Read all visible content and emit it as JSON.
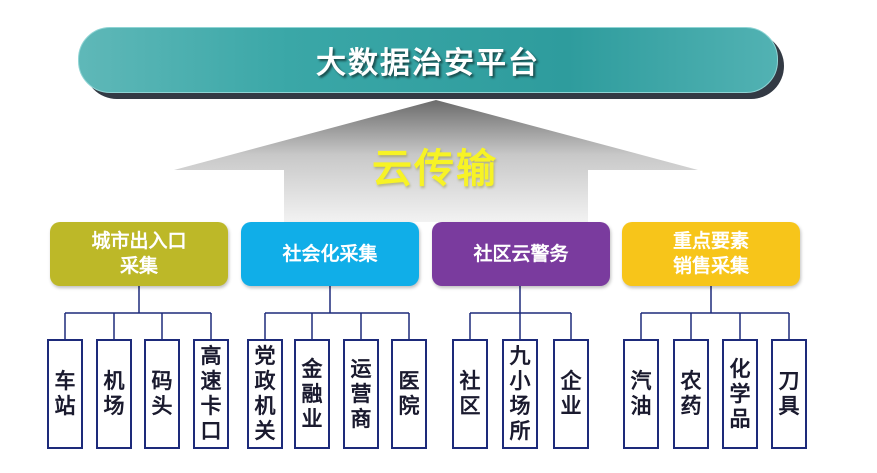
{
  "banner": {
    "title": "大数据治安平台"
  },
  "arrow": {
    "label": "云传输"
  },
  "categories": [
    {
      "label": "城市出入口\n采集",
      "color": "#bdb828",
      "items": [
        "车\n站",
        "机\n场",
        "码\n头",
        "高\n速\n卡\n口"
      ]
    },
    {
      "label": "社会化采集",
      "color": "#10aee8",
      "items": [
        "党\n政\n机\n关",
        "金\n融\n业",
        "运\n营\n商",
        "医\n院"
      ]
    },
    {
      "label": "社区云警务",
      "color": "#7a3b9e",
      "items": [
        "社\n区",
        "九\n小\n场\n所",
        "企\n业"
      ]
    },
    {
      "label": "重点要素\n销售采集",
      "color": "#f7c51a",
      "items": [
        "汽\n油",
        "农\n药",
        "化\n学\n品",
        "刀\n具"
      ]
    }
  ]
}
